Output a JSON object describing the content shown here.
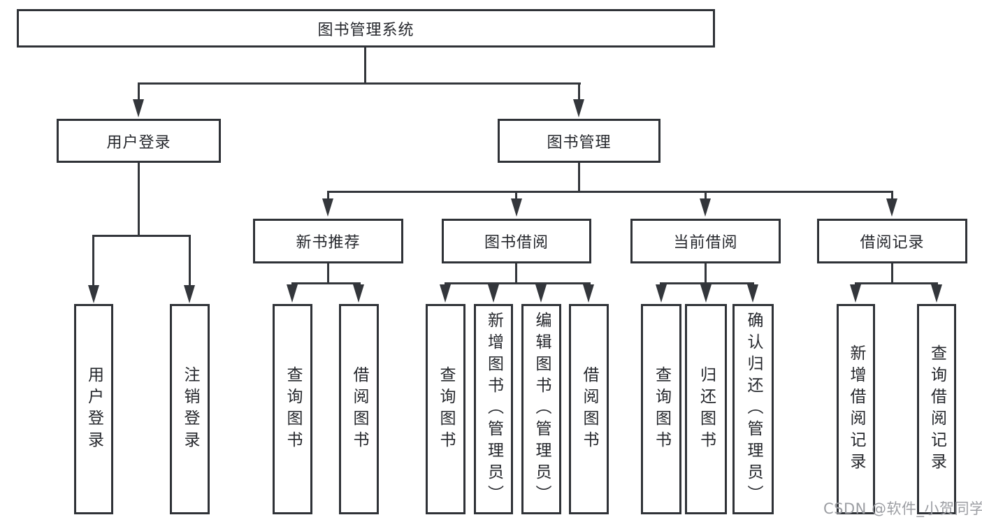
{
  "tree": {
    "root": {
      "label": "图书管理系统"
    },
    "user_branch": {
      "label": "用户登录",
      "children": [
        {
          "label": "用户登录"
        },
        {
          "label": "注销登录"
        }
      ]
    },
    "mgmt_branch": {
      "label": "图书管理",
      "sections": [
        {
          "label": "新书推荐",
          "children": [
            {
              "label": "查询图书"
            },
            {
              "label": "借阅图书"
            }
          ]
        },
        {
          "label": "图书借阅",
          "children": [
            {
              "label": "查询图书"
            },
            {
              "label": "新增图书（管理员）"
            },
            {
              "label": "编辑图书（管理员）"
            },
            {
              "label": "借阅图书"
            }
          ]
        },
        {
          "label": "当前借阅",
          "children": [
            {
              "label": "查询图书"
            },
            {
              "label": "归还图书"
            },
            {
              "label": "确认归还（管理员）"
            }
          ]
        },
        {
          "label": "借阅记录",
          "children": [
            {
              "label": "新增借阅记录"
            },
            {
              "label": "查询借阅记录"
            }
          ]
        }
      ]
    }
  },
  "watermark": {
    "text": "CSDN @软件_小贺同学"
  },
  "colors": {
    "line": "#33363b",
    "box_border": "#2f3237",
    "box_fill": "#ffffff",
    "text": "#25272c",
    "watermark": "#9c9ea3",
    "background": "#ffffff"
  }
}
